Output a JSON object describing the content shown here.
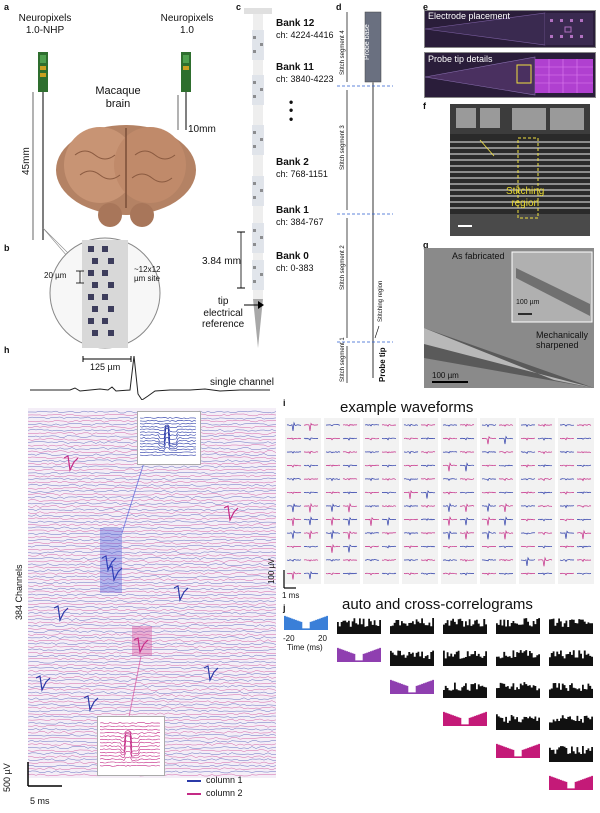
{
  "panels": {
    "a": "a",
    "b": "b",
    "c": "c",
    "d": "d",
    "e": "e",
    "f": "f",
    "g": "g",
    "h": "h",
    "i": "i",
    "j": "j"
  },
  "a": {
    "probe1": "Neuropixels\n1.0-NHP",
    "probe2": "Neuropixels\n1.0",
    "brain": "Macaque\nbrain",
    "len1": "45mm",
    "len2": "10mm"
  },
  "b": {
    "pitch": "20 µm",
    "site": "~12x12\nµm site",
    "width": "125 µm"
  },
  "c": {
    "banks": [
      {
        "name": "Bank 12",
        "ch": "ch: 4224-4416"
      },
      {
        "name": "Bank 11",
        "ch": "ch: 3840-4223"
      },
      {
        "name": "Bank 2",
        "ch": "ch: 768-1151"
      },
      {
        "name": "Bank 1",
        "ch": "ch: 384-767"
      },
      {
        "name": "Bank 0",
        "ch": "ch: 0-383"
      }
    ],
    "dots": "•\n•\n•",
    "length": "3.84 mm",
    "tip_ref": "tip\nelectrical\nreference"
  },
  "d": {
    "base": "Probe base",
    "seg4": "Stitch segment 4",
    "seg3": "Stitch segment 3",
    "seg2": "Stitch segment 2",
    "seg1": "Stitch segment 1",
    "region": "Stitching region",
    "tip": "Probe tip"
  },
  "e": {
    "top": "Electrode placement",
    "bottom": "Probe tip details"
  },
  "f": {
    "region": "Stitching\nregion"
  },
  "g": {
    "fabricated": "As fabricated",
    "inset_scale": "100 µm",
    "sharpened": "Mechanically\nsharpened",
    "scale": "100 µm"
  },
  "h": {
    "single": "single channel",
    "channels": "384 Channels",
    "voltage": "500 µV",
    "time": "5 ms",
    "legend": [
      "column 1",
      "column 2"
    ]
  },
  "i": {
    "title": "example waveforms",
    "voltage": "100 µV",
    "time": "1 ms"
  },
  "j": {
    "title": "auto and cross-correlograms",
    "xmin": "-20",
    "xmax": "20",
    "xlabel": "Time (ms)"
  },
  "colors": {
    "column1": "#2b3aa8",
    "column2": "#c42a86",
    "purple": "#8f3fb0",
    "magenta": "#c41a78",
    "blue": "#3a7fd8"
  }
}
